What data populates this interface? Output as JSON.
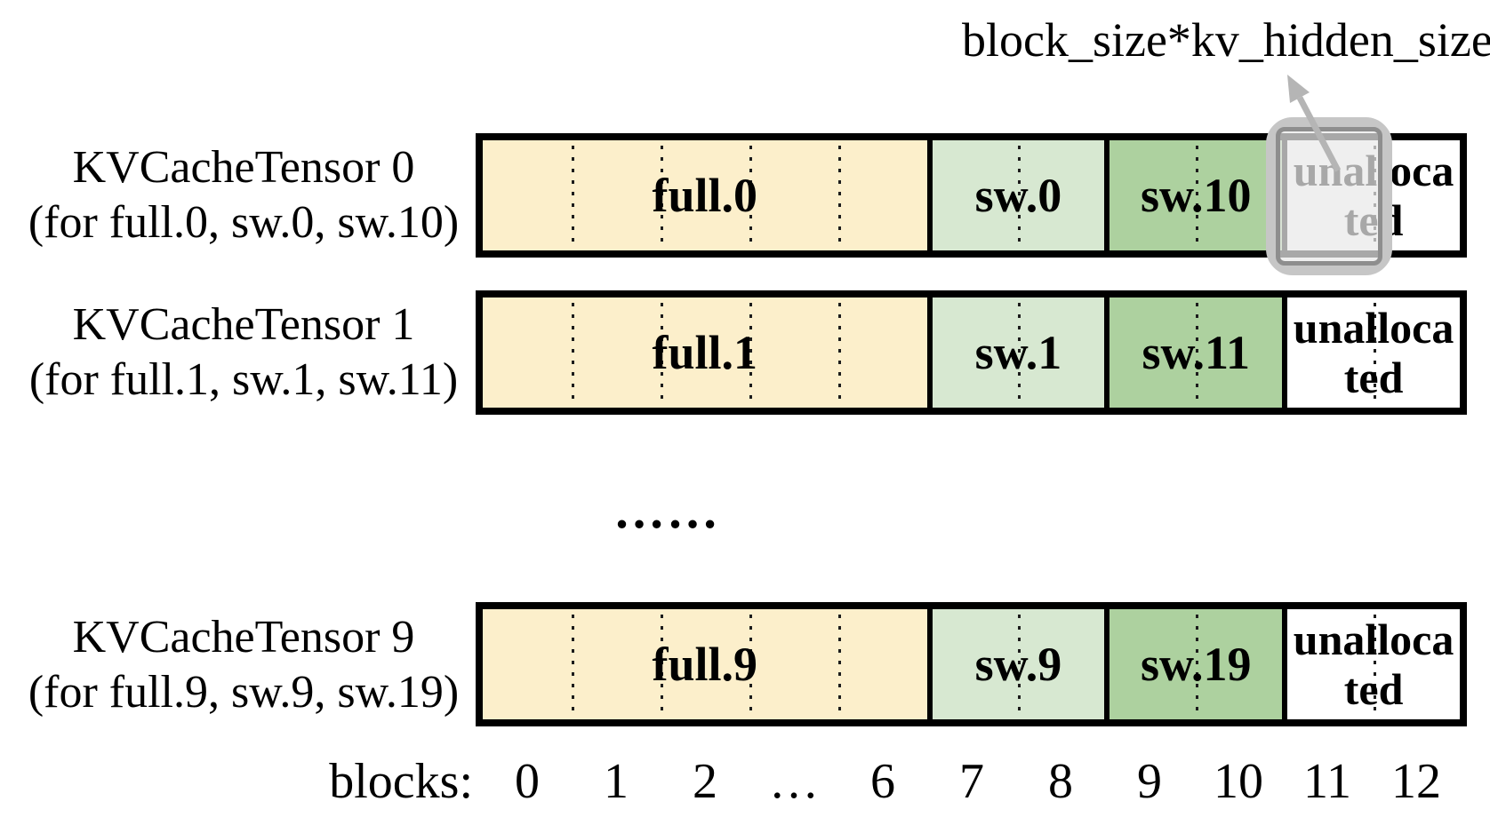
{
  "annotation": {
    "label": "block_size*kv_hidden_size"
  },
  "rows": [
    {
      "label_line1": "KVCacheTensor 0",
      "label_line2": "(for full.0, sw.0, sw.10)",
      "full": "full.0",
      "sw_low": "sw.0",
      "sw_high": "sw.10",
      "unallocated_line1": "unalloca",
      "unallocated_line2": "ted",
      "unallocated_word": "unallocated",
      "highlighted_block": "11"
    },
    {
      "label_line1": "KVCacheTensor 1",
      "label_line2": "(for full.1, sw.1, sw.11)",
      "full": "full.1",
      "sw_low": "sw.1",
      "sw_high": "sw.11",
      "unallocated_line1": "unalloca",
      "unallocated_line2": "ted",
      "unallocated_word": "unallocated"
    },
    {
      "label_line1": "KVCacheTensor 9",
      "label_line2": "(for full.9, sw.9, sw.19)",
      "full": "full.9",
      "sw_low": "sw.9",
      "sw_high": "sw.19",
      "unallocated_line1": "unalloca",
      "unallocated_line2": "ted",
      "unallocated_word": "unallocated"
    }
  ],
  "ellipsis": "……",
  "axis": {
    "label": "blocks:",
    "ticks": [
      "0",
      "1",
      "2",
      "…",
      "6",
      "7",
      "8",
      "9",
      "10",
      "11",
      "12"
    ]
  },
  "colors": {
    "full_fill": "#FCEFCB",
    "sw_low_fill": "#D7E8D1",
    "sw_high_fill": "#ADD19F",
    "unallocated_fill": "#FFFFFF",
    "bar_border": "#000000",
    "highlight_outer_border": "#C6C6C6",
    "highlight_inner_border": "#8E8E8E",
    "highlight_fill": "rgba(233,233,233,0.72)",
    "arrow": "#B5B5B5"
  }
}
